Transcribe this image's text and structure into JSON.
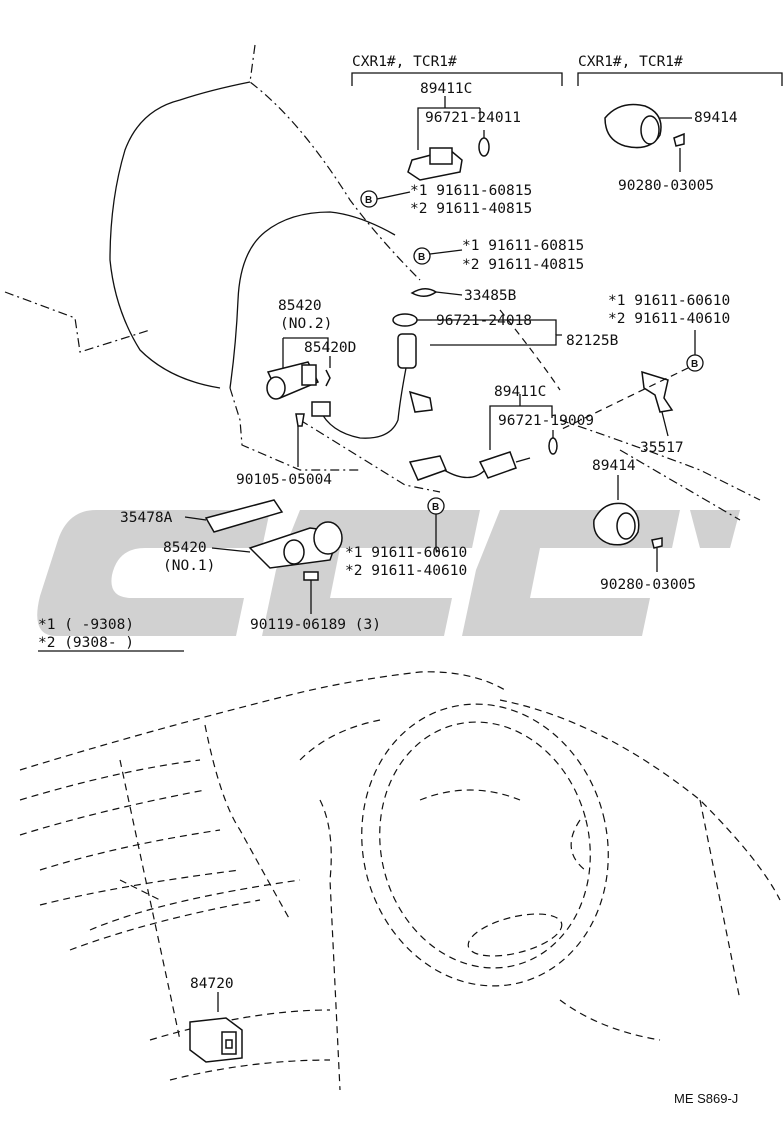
{
  "groups": {
    "left_header": "CXR1#, TCR1#",
    "right_header": "CXR1#, TCR1#"
  },
  "labels": {
    "p89411C_top": "89411C",
    "p96721_24011": "96721-24011",
    "s1_60815_a": "*1  91611-60815",
    "s2_40815_a": "*2  91611-40815",
    "p89414_top": "89414",
    "p90280_top": "90280-03005",
    "s1_60815_b": "*1  91611-60815",
    "s2_40815_b": "*2  91611-40815",
    "p33485B": "33485B",
    "s1_60610_r": "*1  91611-60610",
    "s2_40610_r": "*2  91611-40610",
    "p85420_no2_a": "85420",
    "p85420_no2_b": "(NO.2)",
    "p85420D": "85420D",
    "p96721_24018": "96721-24018",
    "p82125B": "82125B",
    "p89411C_mid": "89411C",
    "p96721_19009": "96721-19009",
    "p35517": "35517",
    "p90105_05004": "90105-05004",
    "p89414_mid": "89414",
    "p35478A": "35478A",
    "p85420_no1_a": "85420",
    "p85420_no1_b": "(NO.1)",
    "s1_60610_c": "*1  91611-60610",
    "s2_40610_c": "*2  91611-40610",
    "p90280_mid": "90280-03005",
    "p90119_06189": "90119-06189 (3)",
    "p84720": "84720"
  },
  "legend": {
    "line1": "*1  (      -9308)",
    "line2": "*2  (9308-      )"
  },
  "callout_letter": "B",
  "ref_code": "ME S869-J"
}
